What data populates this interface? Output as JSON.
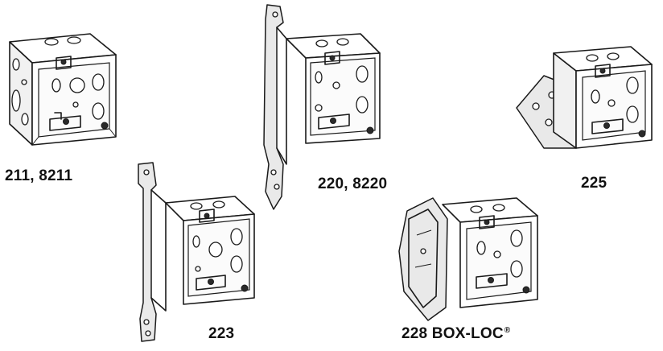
{
  "products": [
    {
      "model": "211, 8211"
    },
    {
      "model": "220, 8220"
    },
    {
      "model": "225"
    },
    {
      "model": "223"
    },
    {
      "model": "228 BOX-LOC",
      "trademark": "®"
    }
  ]
}
